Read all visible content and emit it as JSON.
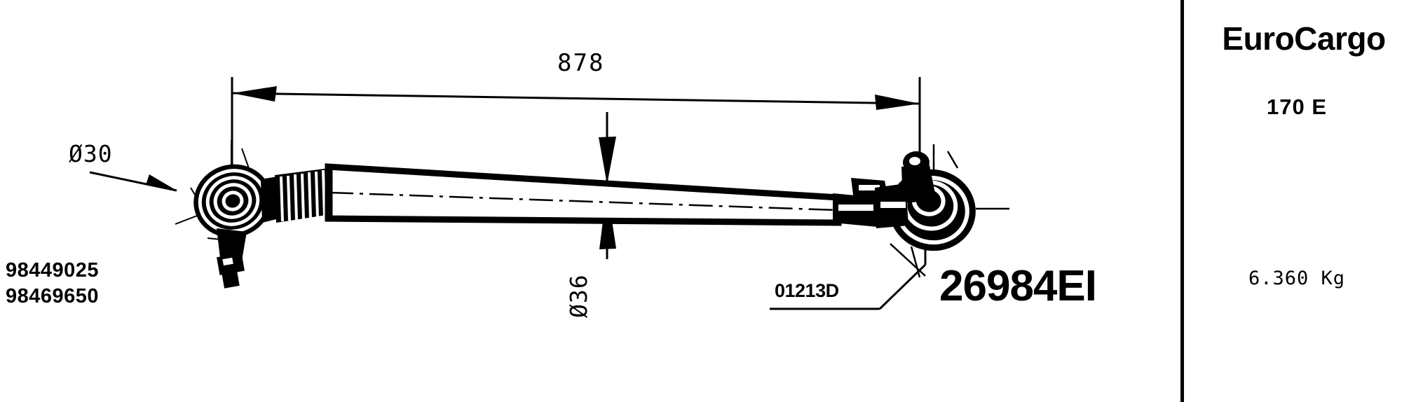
{
  "drawing": {
    "title": "tie-rod-assembly-technical-drawing",
    "part_numbers": [
      "98449025",
      "98469650"
    ],
    "drawing_code": "26984EI",
    "reference_code": "01213D",
    "dimensions": {
      "overall_length": "878",
      "ball_joint_stud_diameter": "Ø30",
      "tube_diameter": "Ø36"
    }
  },
  "panel": {
    "model_name": "EuroCargo",
    "model_variant": "170  E",
    "weight": "6.360  Kg"
  },
  "colors": {
    "ink": "#000000",
    "paper": "#ffffff"
  }
}
